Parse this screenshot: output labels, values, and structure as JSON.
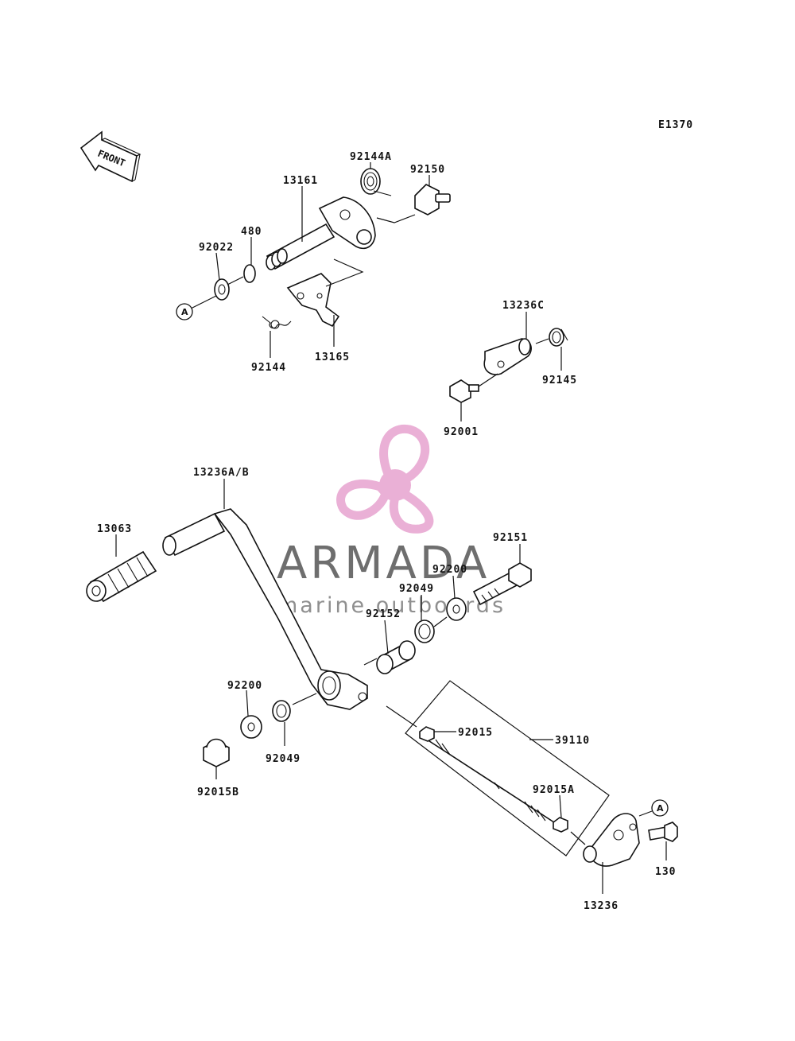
{
  "diagram_code": "E1370",
  "front_label": "FRONT",
  "ref_marker": "A",
  "watermark": {
    "brand": "ARMADA",
    "tagline": "marine outboards",
    "color_pink": "#e7a3cf",
    "color_grey": "#555555"
  },
  "part_labels": [
    "92144A",
    "92150",
    "13161",
    "480",
    "92022",
    "92144",
    "13165",
    "13236C",
    "92145",
    "92001",
    "13236A/B",
    "13063",
    "92151",
    "92200",
    "92049",
    "92152",
    "92200",
    "92049",
    "92015B",
    "92015",
    "39110",
    "92015A",
    "130",
    "13236"
  ]
}
